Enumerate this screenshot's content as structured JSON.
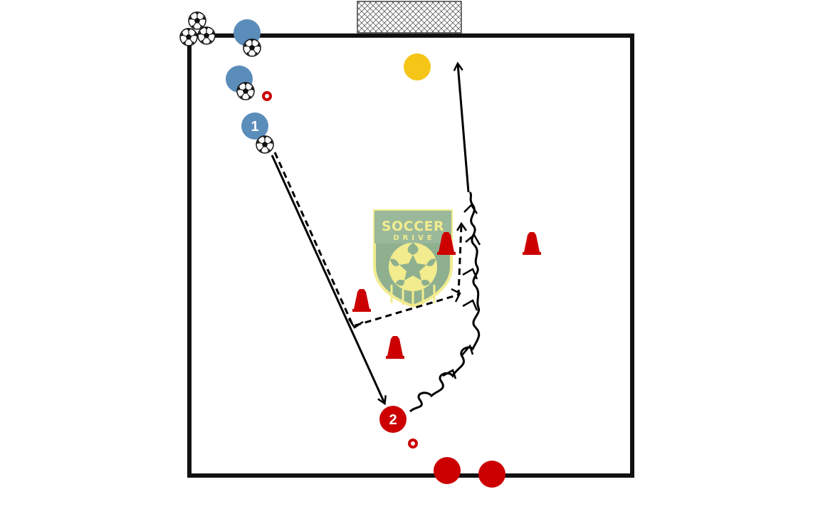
{
  "logo": {
    "line1": "SOCCER",
    "line2": "DRIVE",
    "shield_color": "#8fb08f",
    "accent_color": "#f2ec8f"
  },
  "players": {
    "blue_player_1_label": "1",
    "red_player_2_label": "2"
  },
  "colors": {
    "field_line": "#111111",
    "blue_team": "#5b8dbb",
    "red_team": "#cc0000",
    "neutral_player": "#f5c518",
    "cone": "#cc0000",
    "arrow": "#000000"
  },
  "icons": {
    "ball": "soccer-ball-icon",
    "cone": "cone-icon",
    "marker": "disc-marker-icon",
    "goal": "goal-net-icon"
  }
}
